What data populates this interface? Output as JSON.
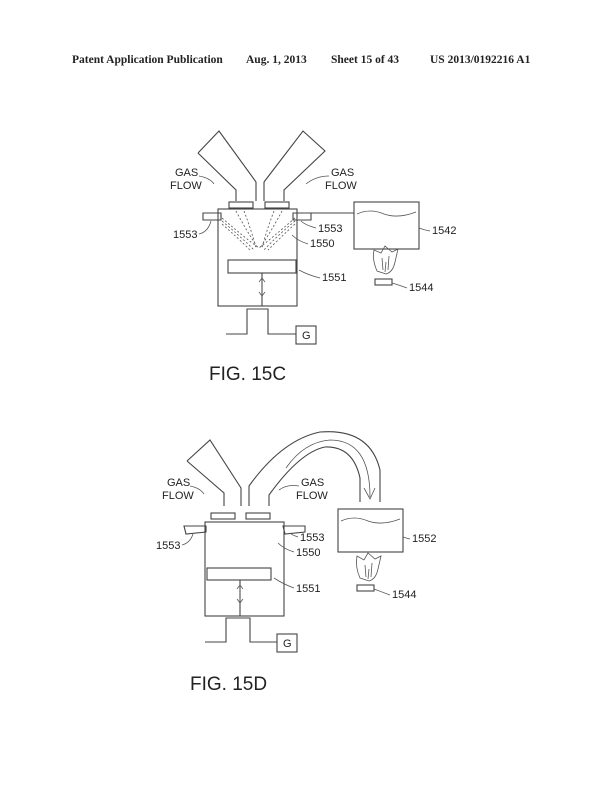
{
  "header": {
    "publication": "Patent Application Publication",
    "date": "Aug. 1, 2013",
    "sheet": "Sheet 15 of 43",
    "number": "US 2013/0192216 A1"
  },
  "fig15c": {
    "caption": "FIG. 15C",
    "gas_left_1": "GAS",
    "gas_left_2": "FLOW",
    "gas_right_1": "GAS",
    "gas_right_2": "FLOW",
    "ref_1553_left": "1553",
    "ref_1553_right": "1553",
    "ref_1550": "1550",
    "ref_1551": "1551",
    "ref_1542": "1542",
    "ref_1544": "1544",
    "generator": "G"
  },
  "fig15d": {
    "caption": "FIG. 15D",
    "gas_left_1": "GAS",
    "gas_left_2": "FLOW",
    "gas_right_1": "GAS",
    "gas_right_2": "FLOW",
    "ref_1553_left": "1553",
    "ref_1553_right": "1553",
    "ref_1550": "1550",
    "ref_1551": "1551",
    "ref_1552": "1552",
    "ref_1544": "1544",
    "generator": "G"
  }
}
